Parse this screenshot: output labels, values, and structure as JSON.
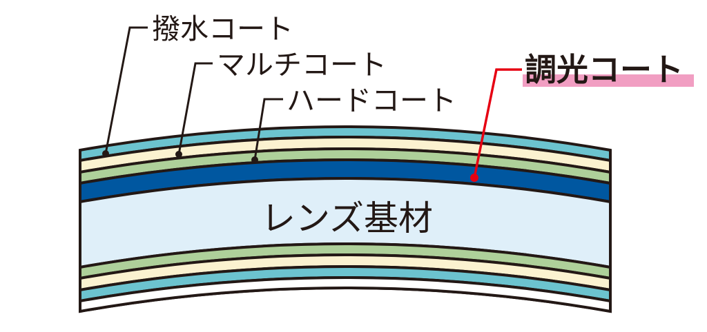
{
  "diagram": {
    "labels": {
      "water_repellent": "撥水コート",
      "multi": "マルチコート",
      "hard": "ハードコート",
      "photochromic": "調光コート",
      "substrate": "レンズ基材"
    },
    "colors": {
      "water_repellent_layer": "#6cc3cf",
      "multi_layer": "#fbf2d0",
      "hard_layer": "#aed09a",
      "photochromic_layer": "#0057a0",
      "substrate": "#dfeff9",
      "outline": "#231815",
      "highlight_leader": "#e60012",
      "highlight_band": "#f19ec2"
    }
  }
}
